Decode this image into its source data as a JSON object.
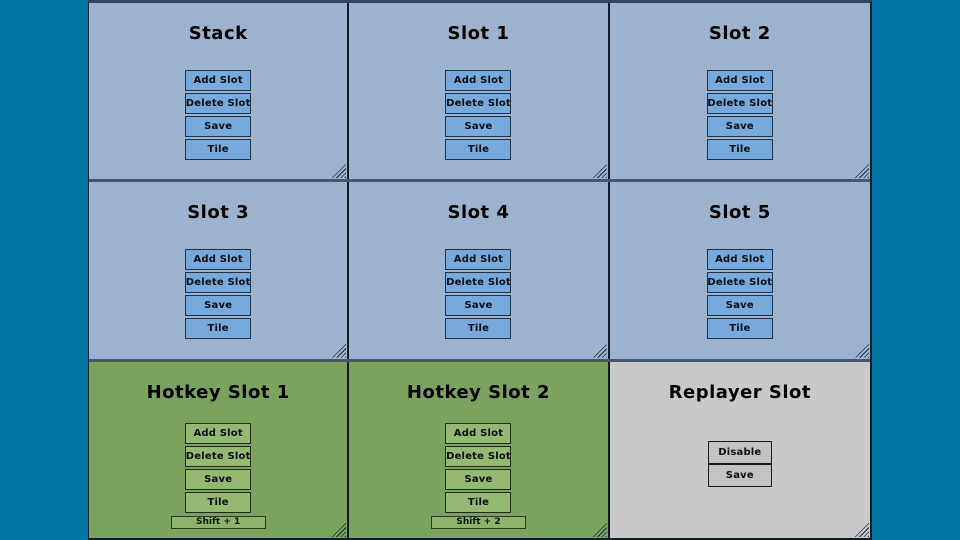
{
  "colors": {
    "page_bg": "#0077a2",
    "panel_blue": "#9cb3d0",
    "panel_green": "#7aa35d",
    "panel_gray": "#c9c9c9",
    "button_blue": "#77a9db",
    "button_green": "#94b973",
    "button_gray": "#c3c3c3",
    "grid_line_vertical": "#101b29",
    "grid_line_horizontal": "#46566e"
  },
  "panels": [
    {
      "title": "Stack",
      "buttons": [
        "Add Slot",
        "Delete Slot",
        "Save",
        "Tile"
      ]
    },
    {
      "title": "Slot 1",
      "buttons": [
        "Add Slot",
        "Delete Slot",
        "Save",
        "Tile"
      ]
    },
    {
      "title": "Slot 2",
      "buttons": [
        "Add Slot",
        "Delete Slot",
        "Save",
        "Tile"
      ]
    },
    {
      "title": "Slot 3",
      "buttons": [
        "Add Slot",
        "Delete Slot",
        "Save",
        "Tile"
      ]
    },
    {
      "title": "Slot 4",
      "buttons": [
        "Add Slot",
        "Delete Slot",
        "Save",
        "Tile"
      ]
    },
    {
      "title": "Slot 5",
      "buttons": [
        "Add Slot",
        "Delete Slot",
        "Save",
        "Tile"
      ]
    },
    {
      "title": "Hotkey Slot 1",
      "buttons": [
        "Add Slot",
        "Delete Slot",
        "Save",
        "Tile"
      ],
      "hotkey_label": "Shift + 1"
    },
    {
      "title": "Hotkey Slot 2",
      "buttons": [
        "Add Slot",
        "Delete Slot",
        "Save",
        "Tile"
      ],
      "hotkey_label": "Shift + 2"
    },
    {
      "title": "Replayer Slot",
      "buttons": [
        "Disable",
        "Save"
      ]
    }
  ]
}
